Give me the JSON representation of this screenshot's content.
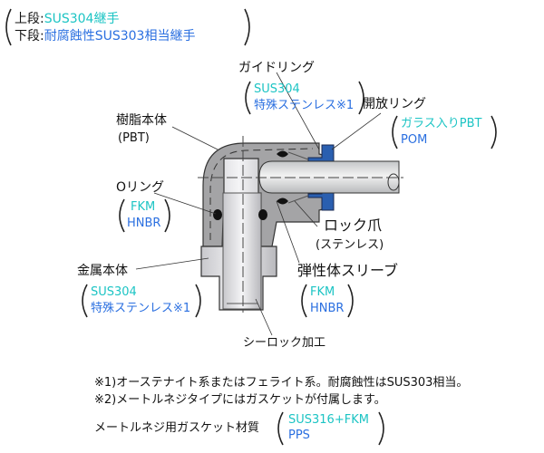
{
  "legend": {
    "upper_label": "上段:",
    "upper_value": "SUS304継手",
    "lower_label": "下段:",
    "lower_value": "耐腐蝕性SUS303相当継手"
  },
  "parts": {
    "guide_ring": {
      "name": "ガイドリング",
      "m1": "SUS304",
      "m2": "特殊ステンレス※1"
    },
    "release_ring": {
      "name": "開放リング",
      "m1": "ガラス入りPBT",
      "m2": "POM"
    },
    "resin_body": {
      "name": "樹脂本体",
      "m1": "(PBT)"
    },
    "o_ring": {
      "name": "Oリング",
      "m1": "FKM",
      "m2": "HNBR"
    },
    "lock_claw": {
      "name": "ロック爪",
      "m1": "(ステンレス)"
    },
    "metal_body": {
      "name": "金属本体",
      "m1": "SUS304",
      "m2": "特殊ステンレス※1"
    },
    "sleeve": {
      "name": "弾性体スリーブ",
      "m1": "FKM",
      "m2": "HNBR"
    },
    "seal_lock": {
      "name": "シーロック加工"
    }
  },
  "notes": {
    "n1": "※1)オーステナイト系またはフェライト系。耐腐蝕性はSUS303相当。",
    "n2": "※2)メートルネジタイプにはガスケットが付属します。",
    "gasket_label": "メートルネジ用ガスケット材質",
    "gasket_m1": "SUS316+FKM",
    "gasket_m2": "PPS"
  },
  "colors": {
    "cyan": "#1cc4c4",
    "blue": "#2a6fe0",
    "resin": "#a0a0a0",
    "release": "#2a5fb0"
  }
}
